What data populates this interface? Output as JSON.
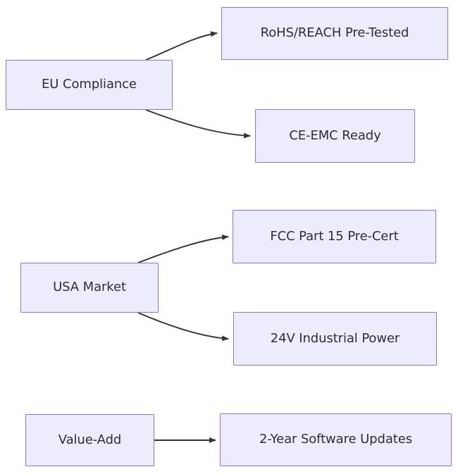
{
  "diagram": {
    "type": "flowchart",
    "direction": "left-to-right",
    "background_color": "#ffffff",
    "node_fill_color": "#ececfd",
    "node_border_color": "#9370db",
    "node_text_color": "#2e2e33",
    "edge_color": "#333333"
  },
  "nodes": [
    {
      "id": "eu-compliance",
      "label": "EU Compliance"
    },
    {
      "id": "rohs-reach",
      "label": "RoHS/REACH Pre-Tested"
    },
    {
      "id": "ce-emc",
      "label": "CE-EMC Ready"
    },
    {
      "id": "usa-market",
      "label": "USA Market"
    },
    {
      "id": "fcc-part15",
      "label": "FCC Part 15 Pre-Cert"
    },
    {
      "id": "24v-power",
      "label": "24V Industrial Power"
    },
    {
      "id": "value-add",
      "label": "Value-Add"
    },
    {
      "id": "software-updates",
      "label": "2-Year Software Updates"
    }
  ],
  "edges": [
    {
      "id": "edge-eu-to-rohs",
      "from": "eu-compliance",
      "to": "rohs-reach",
      "style": "curved",
      "arrowhead": "filled-triangle"
    },
    {
      "id": "edge-eu-to-ce",
      "from": "eu-compliance",
      "to": "ce-emc",
      "style": "curved",
      "arrowhead": "filled-triangle"
    },
    {
      "id": "edge-usa-to-fcc",
      "from": "usa-market",
      "to": "fcc-part15",
      "style": "curved",
      "arrowhead": "filled-triangle"
    },
    {
      "id": "edge-usa-to-24v",
      "from": "usa-market",
      "to": "24v-power",
      "style": "curved",
      "arrowhead": "filled-triangle"
    },
    {
      "id": "edge-value-to-software",
      "from": "value-add",
      "to": "software-updates",
      "style": "straight",
      "arrowhead": "filled-triangle"
    }
  ]
}
